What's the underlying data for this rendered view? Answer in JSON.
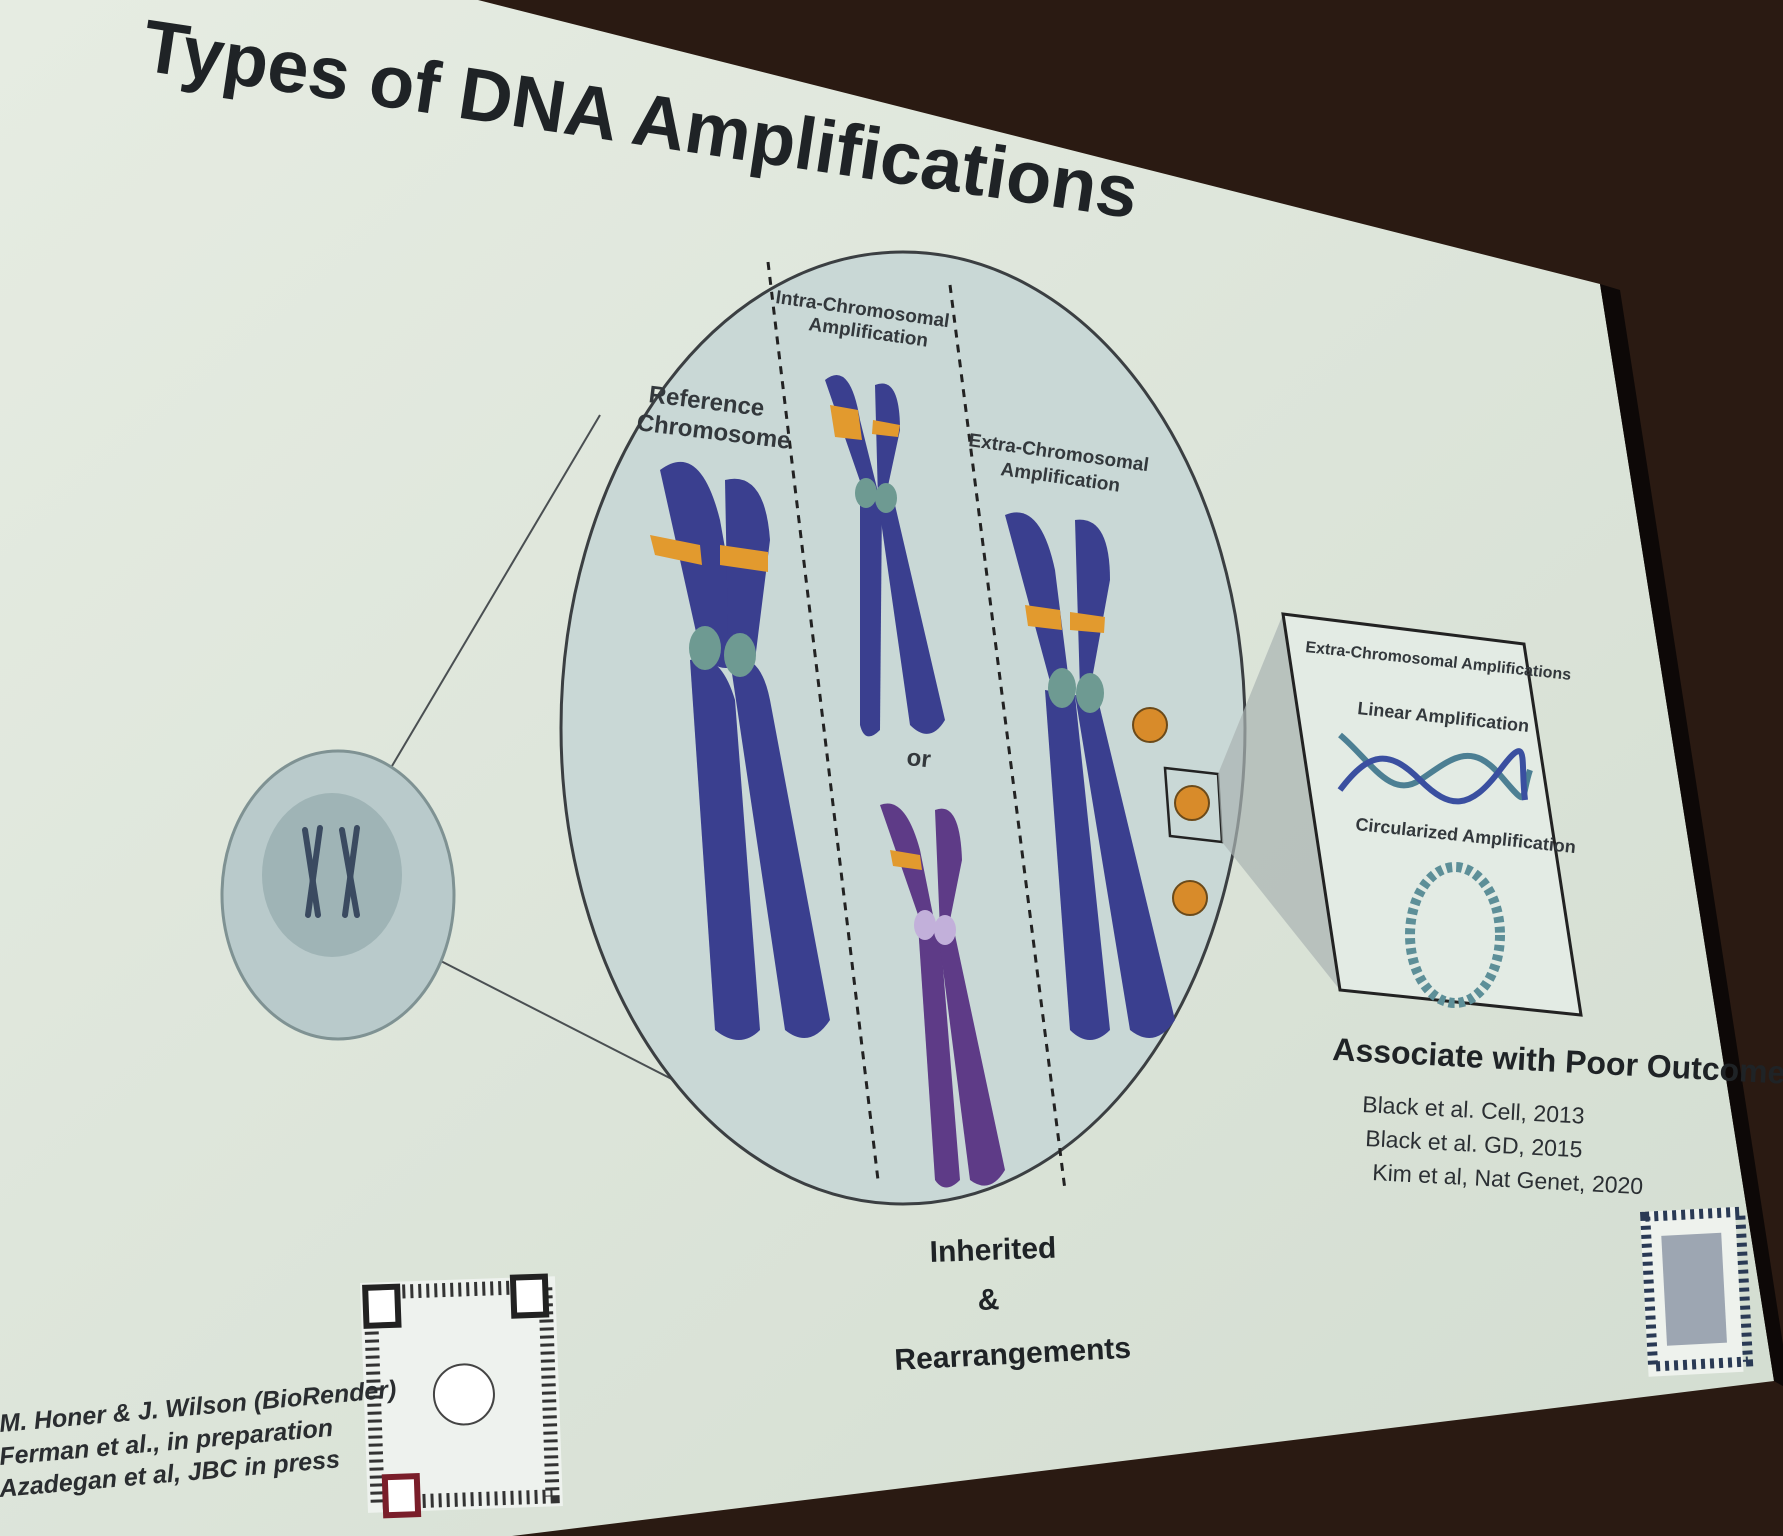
{
  "slide": {
    "title": "Types of DNA Amplifications",
    "sections": {
      "reference": [
        "Reference",
        "Chromosome"
      ],
      "intra": [
        "Intra-Chromosomal",
        "Amplification"
      ],
      "extra": [
        "Extra-Chromosomal",
        "Amplification"
      ],
      "or_label": "or"
    },
    "inset": {
      "title": "Extra-Chromosomal Amplifications",
      "linear": "Linear Amplification",
      "circular": "Circularized Amplification"
    },
    "outcome": "Associate with Poor Outcome",
    "right_citations": [
      "Black et al. Cell, 2013",
      "Black et al. GD, 2015",
      "Kim et al, Nat Genet, 2020"
    ],
    "bottom_center": [
      "Inherited",
      "&",
      "Rearrangements"
    ],
    "left_citations": [
      "M. Honer & J. Wilson (BioRender)",
      "Ferman et  al., in preparation",
      "Azadegan et al, JBC in press"
    ]
  },
  "colors": {
    "slide_bg": "#dde5d9",
    "chromosome_blue": "#3a3f8f",
    "chromosome_purple": "#5e3b87",
    "band_orange": "#e29a2e",
    "ecdna_orange": "#d88b2a",
    "centromere": "#6e9a92"
  }
}
